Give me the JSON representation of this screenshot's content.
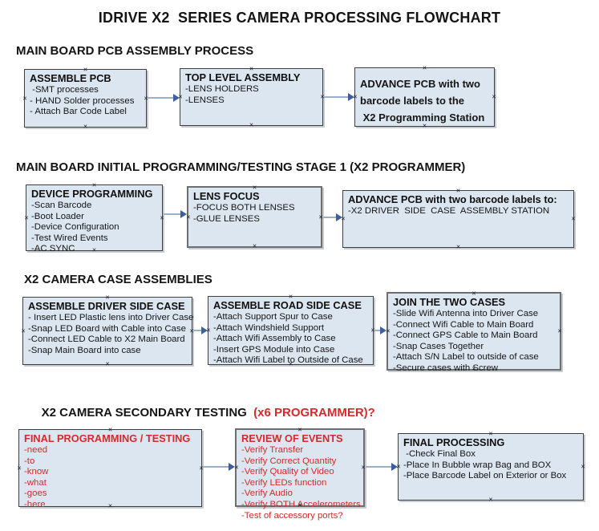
{
  "title": "IDRIVE X2  SERIES CAMERA PROCESSING FLOWCHART",
  "colors": {
    "box_fill": "#dce6f1",
    "box_border": "#3f3f3f",
    "red": "#d42a2a",
    "arrow_line": "#9ab0c8",
    "arrow_head": "#3e5f9e"
  },
  "icons": {
    "connection_point": "×"
  },
  "sections": [
    {
      "heading": "MAIN BOARD PCB ASSEMBLY PROCESS",
      "boxes": [
        {
          "title": "ASSEMBLE PCB",
          "items": [
            " -SMT processes",
            "- HAND Solder processes",
            "- Attach Bar Code Label"
          ]
        },
        {
          "title": "TOP LEVEL ASSEMBLY",
          "items": [
            "-LENS HOLDERS",
            "-LENSES"
          ]
        },
        {
          "lines": [
            "ADVANCE PCB with two",
            "barcode labels to the",
            " X2 Programming Station"
          ]
        }
      ]
    },
    {
      "heading": "MAIN BOARD INITIAL PROGRAMMING/TESTING STAGE 1 (X2 PROGRAMMER)",
      "boxes": [
        {
          "title": "DEVICE PROGRAMMING",
          "items": [
            "-Scan Barcode",
            "-Boot Loader",
            "-Device Configuration",
            "-Test Wired Events",
            "-AC SYNC"
          ]
        },
        {
          "title": "LENS FOCUS",
          "items": [
            "-FOCUS BOTH LENSES",
            "-GLUE LENSES"
          ]
        },
        {
          "title": "ADVANCE PCB with two barcode labels to:",
          "items": [
            "-X2 DRIVER  SIDE  CASE  ASSEMBLY STATION"
          ]
        }
      ]
    },
    {
      "heading": "X2 CAMERA CASE ASSEMBLIES",
      "boxes": [
        {
          "title": "ASSEMBLE DRIVER SIDE CASE",
          "items": [
            "- Insert LED Plastic lens into Driver Case",
            "-Snap LED Board with Cable into Case",
            "-Connect LED Cable to X2 Main Board",
            "-Snap Main Board into case"
          ]
        },
        {
          "title": "ASSEMBLE ROAD SIDE CASE",
          "items": [
            "-Attach Support Spur to Case",
            "-Attach Windshield Support",
            "-Attach Wifi Assembly to Case",
            "-Insert GPS Module into Case",
            "-Attach Wifi Label to Outside of Case"
          ]
        },
        {
          "title": "JOIN THE TWO CASES",
          "items": [
            "-Slide Wifi Antenna into Driver Case",
            "-Connect Wifi Cable to Main Board",
            "-Connect GPS Cable to Main Board",
            "-Snap Cases Together",
            "-Attach S/N Label to outside of case",
            "-Secure cases with Screw"
          ]
        }
      ]
    },
    {
      "heading": "X2 CAMERA SECONDARY TESTING  ",
      "heading_suffix": "(x6 PROGRAMMER)?",
      "boxes": [
        {
          "title": "FINAL PROGRAMMING / TESTING",
          "items": [
            "-need",
            "-to",
            "-know",
            "-what",
            "-goes",
            "-here"
          ]
        },
        {
          "title": "REVIEW OF EVENTS",
          "items": [
            "-Verify Transfer",
            "-Verify Correct Quantity",
            "-Verify Quality of Video",
            "-Verify LEDs function",
            "-Verify Audio",
            "-Verify BOTH Accelerometers",
            "-Test of accessory ports?"
          ]
        },
        {
          "title": "FINAL PROCESSING",
          "items": [
            " -Check Final Box",
            "-Place In Bubble wrap Bag and BOX",
            "-Place Barcode Label on Exterior or Box"
          ]
        }
      ]
    }
  ]
}
